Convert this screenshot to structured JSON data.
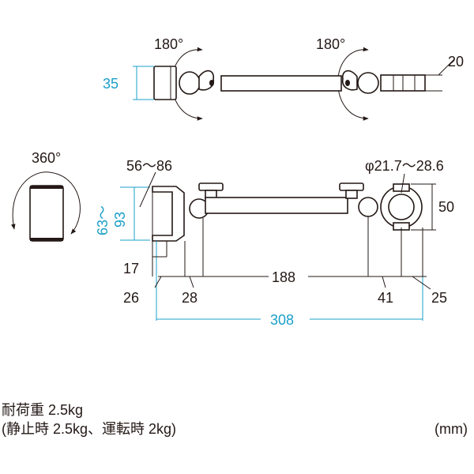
{
  "top_view": {
    "rotation_left": "180°",
    "rotation_right": "180°",
    "dim_clamp_height": "35",
    "dim_end_height": "20"
  },
  "side_view": {
    "rotation_label": "360°",
    "dim_clamp_range": "56～86",
    "dim_tablet_range_a": "63～",
    "dim_tablet_range_b": "93",
    "dim_pipe_diameter": "φ21.7～28.6",
    "dim_clamp_ring_height": "50",
    "dim_17": "17",
    "dim_26": "26",
    "dim_28": "28",
    "dim_188": "188",
    "dim_41": "41",
    "dim_25": "25",
    "dim_total": "308"
  },
  "specs": {
    "load_capacity": "耐荷重 2.5kg",
    "load_detail": "(静止時 2.5kg、運転時 2kg)",
    "unit": "(mm)"
  },
  "colors": {
    "dimension_accent": "#1ba0c8",
    "line": "#231815"
  }
}
